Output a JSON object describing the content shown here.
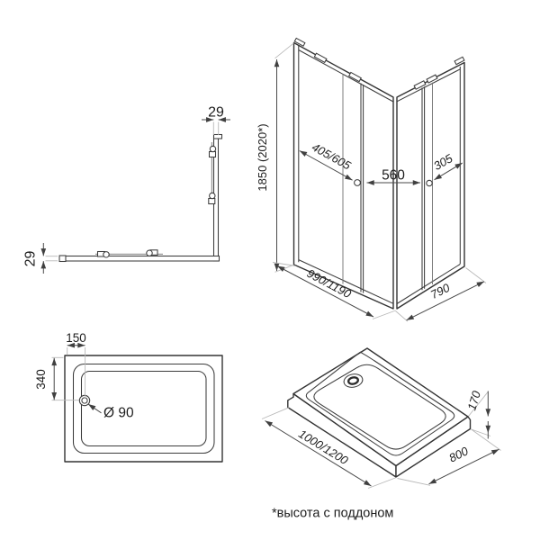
{
  "colors": {
    "background": "#ffffff",
    "part_line": "#333333",
    "dimension_line": "#4a4a4a",
    "extension_line": "#b9b9b9",
    "label_text": "#1d1d1d"
  },
  "views": {
    "profile_section": {
      "top_width": "29",
      "bottom_height": "29"
    },
    "enclosure_iso": {
      "height": "1850 (2020*)",
      "left_door_width": "405/605",
      "entry_width": "560",
      "right_door_width": "305",
      "front_width": "990/1190",
      "side_width": "790"
    },
    "tray_plan": {
      "drain_offset_left": "150",
      "drain_offset_top": "340",
      "drain_diameter": "Ø 90"
    },
    "tray_iso": {
      "length": "1000/1200",
      "width": "800",
      "height": "170"
    }
  },
  "footer_note": "*высота с поддоном"
}
